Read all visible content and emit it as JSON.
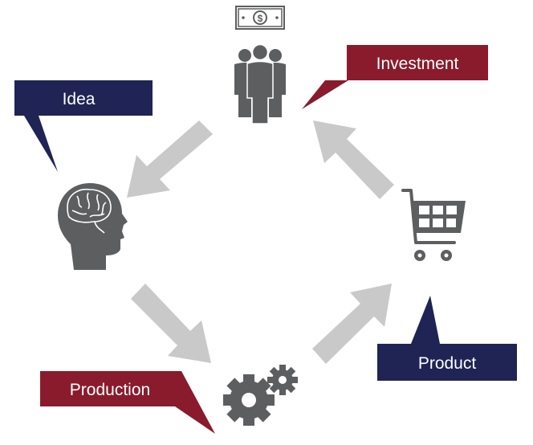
{
  "colors": {
    "navy": "#1f2454",
    "crimson": "#8a1b2c",
    "icon_gray": "#5d5e60",
    "arrow_gray": "#c9c9c9"
  },
  "stages": {
    "investment": {
      "label": "Investment",
      "icon": "investors-with-money-icon",
      "box_color": "crimson"
    },
    "idea": {
      "label": "Idea",
      "icon": "head-brain-icon",
      "box_color": "navy"
    },
    "production": {
      "label": "Production",
      "icon": "gears-icon",
      "box_color": "crimson"
    },
    "product": {
      "label": "Product",
      "icon": "shopping-cart-icon",
      "box_color": "navy"
    }
  },
  "flow": [
    {
      "from": "investment",
      "to": "idea"
    },
    {
      "from": "idea",
      "to": "production"
    },
    {
      "from": "production",
      "to": "product"
    },
    {
      "from": "product",
      "to": "investment"
    }
  ]
}
